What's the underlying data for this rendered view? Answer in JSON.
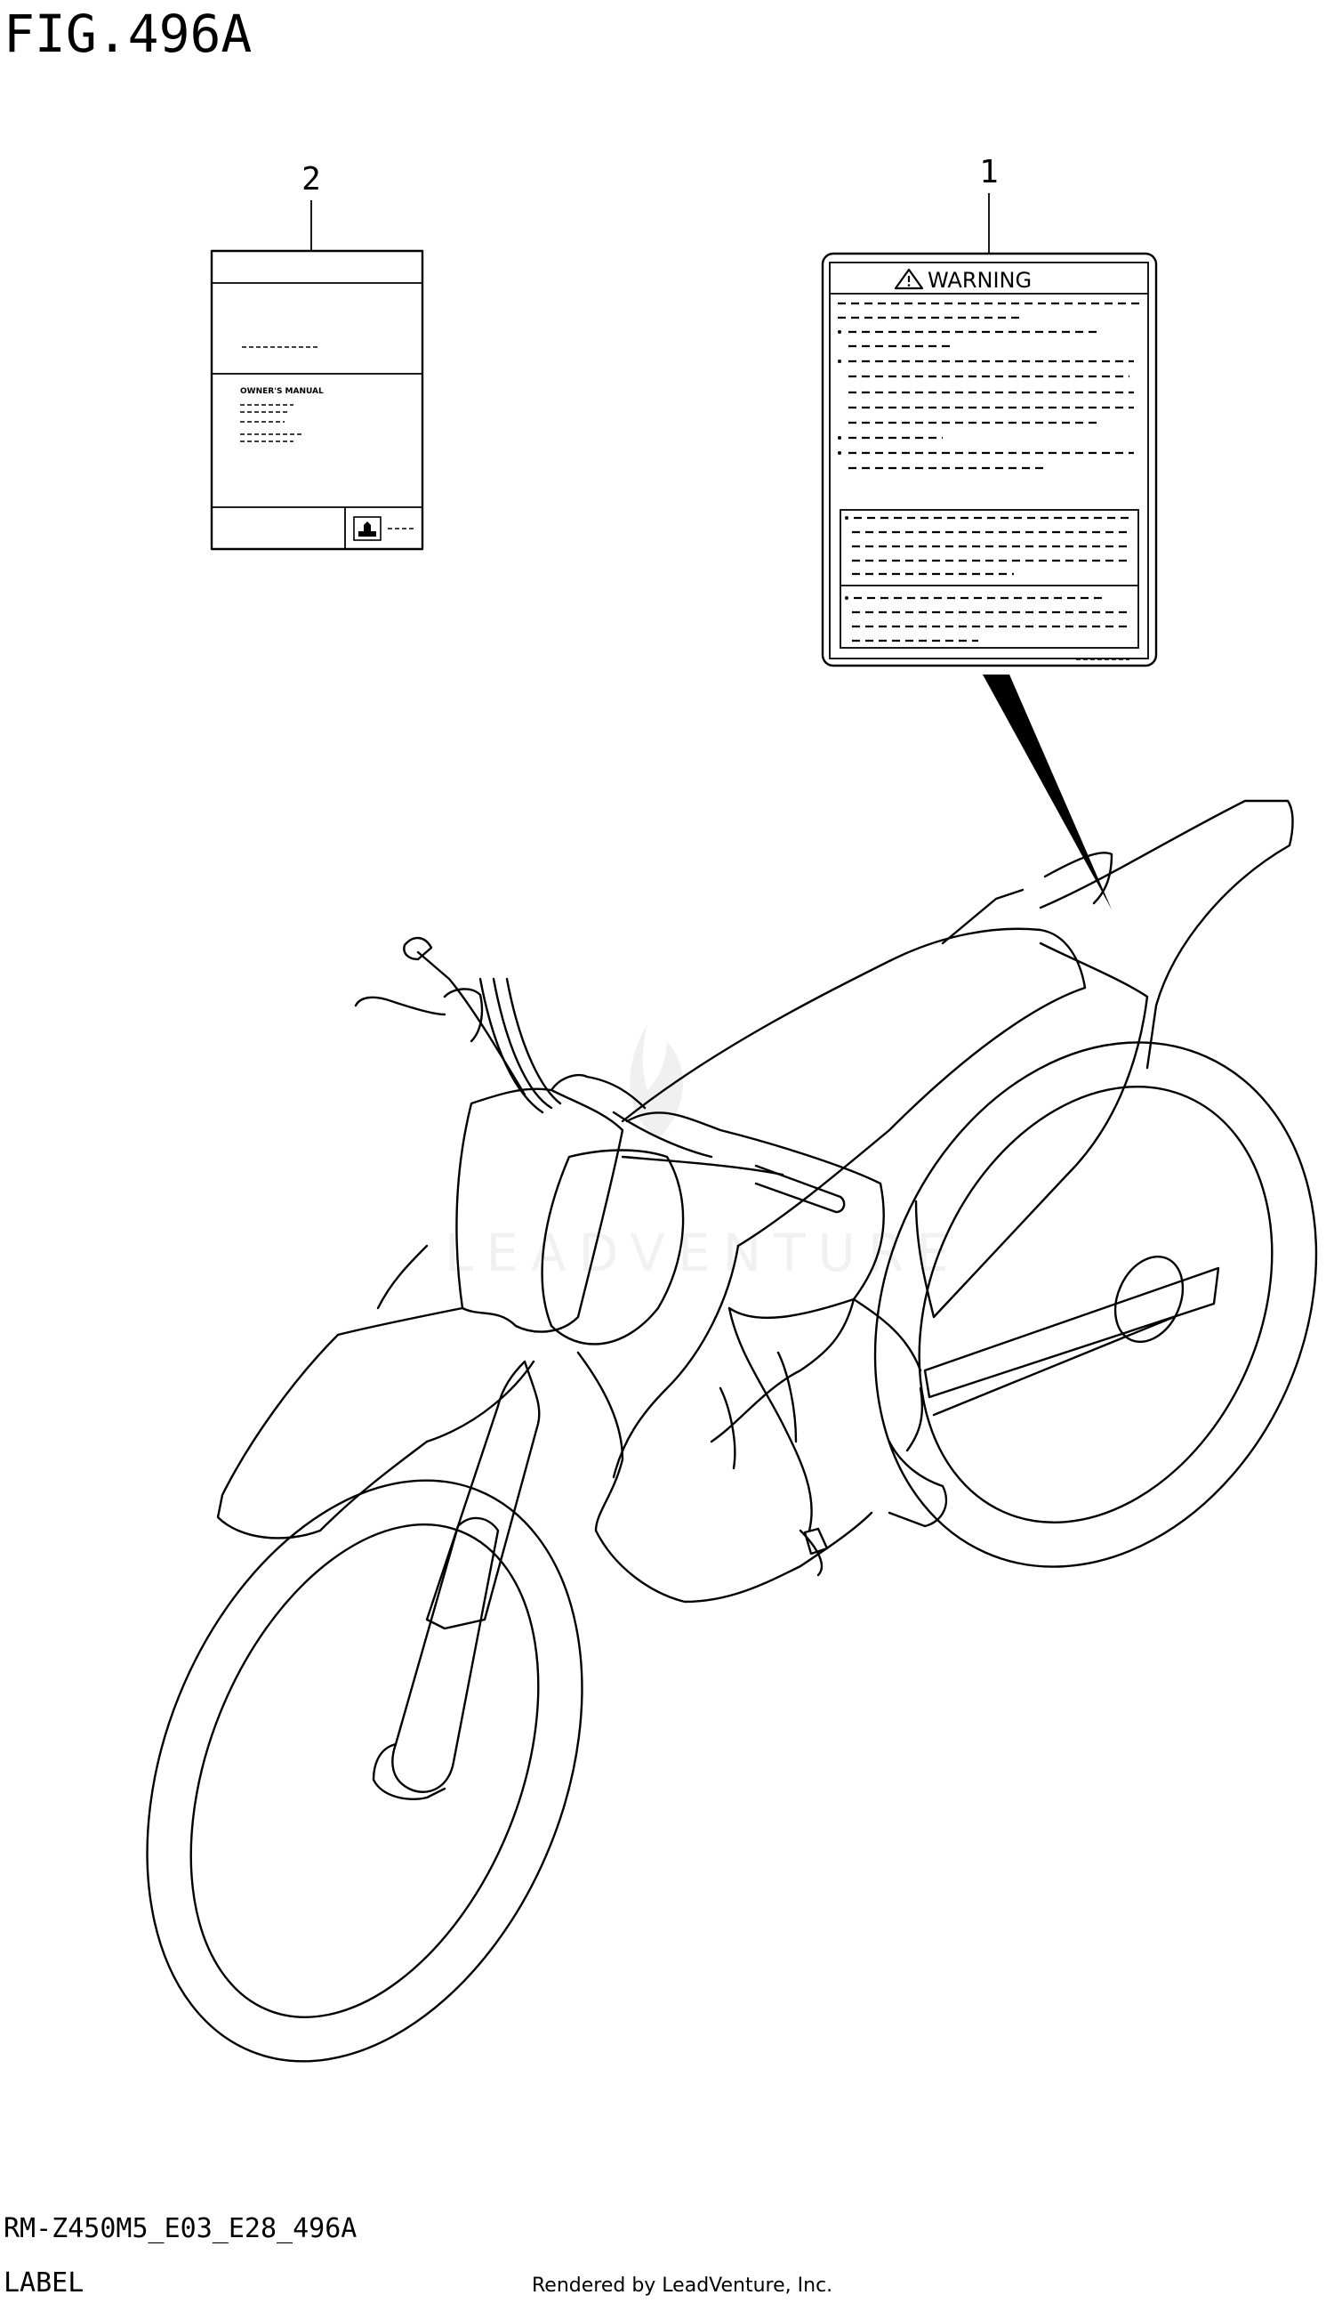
{
  "figure": {
    "title": "FIG.496A",
    "model_code": "RM-Z450M5_E03_E28_496A",
    "section": "LABEL",
    "credit": "Rendered by LeadVenture, Inc.",
    "watermark": "LEADVENTURE"
  },
  "callouts": [
    {
      "number": "1",
      "part": "warning-label"
    },
    {
      "number": "2",
      "part": "owners-manual"
    }
  ],
  "warning_label": {
    "heading": "WARNING"
  },
  "owners_manual": {
    "heading": "OWNER'S MANUAL"
  }
}
